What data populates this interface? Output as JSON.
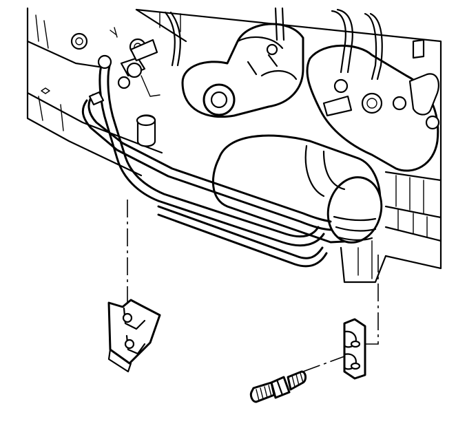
{
  "diagram": {
    "colors": {
      "ink": "#000000",
      "paper": "#ffffff"
    },
    "parts": [
      "engine-block",
      "exhaust-manifold",
      "starter-motor",
      "transmission-lines",
      "line-retaining-clip-left",
      "line-retaining-clip-right",
      "mounting-stud"
    ]
  }
}
